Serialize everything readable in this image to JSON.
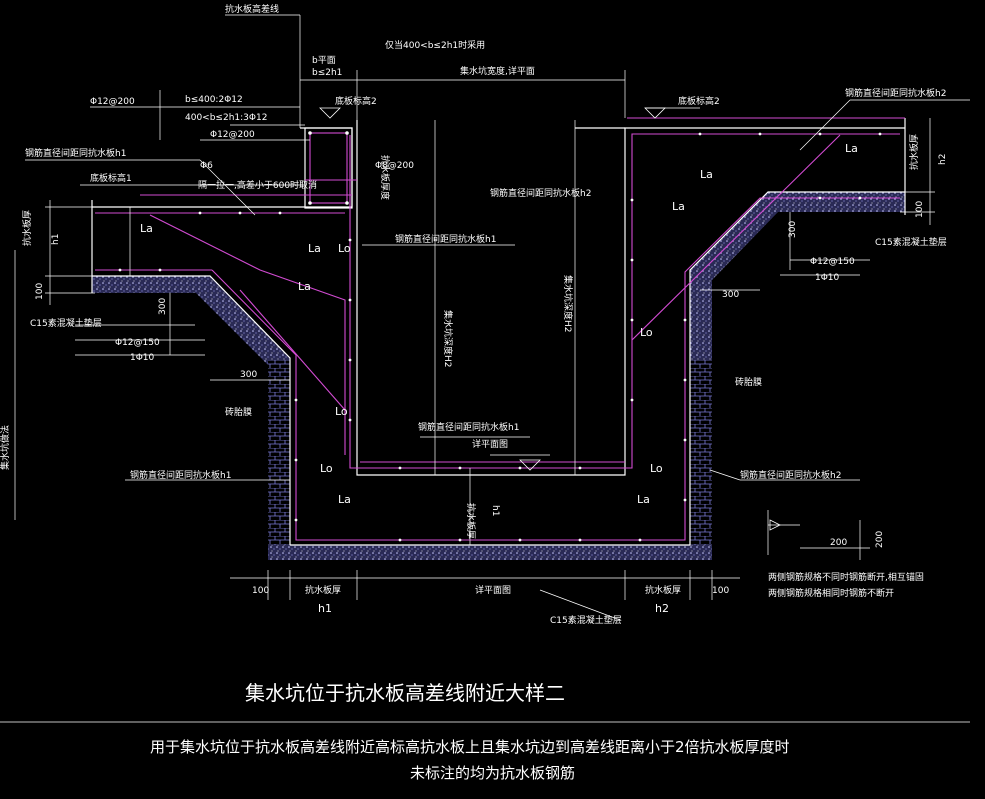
{
  "labels": {
    "top_step_line": "抗水板高差线",
    "b_flat": "b平面",
    "b_le_2h1": "b≤2h1",
    "only_when": "仅当400<b≤2h1时采用",
    "pit_width": "集水坑宽度,详平面",
    "phi12_200_a": "Φ12@200",
    "b_le_400": "b≤400:2Φ12",
    "b_mid": "400<b≤2h1:3Φ12",
    "phi12_200_b": "Φ12@200",
    "bottom_elev2_mid": "底板标高2",
    "bottom_elev2_right": "底板标高2",
    "rebar_h1_left": "钢筋直径间距同抗水板h1",
    "rebar_h2_right": "钢筋直径间距同抗水板h2",
    "phi6": "Φ6",
    "tie_note": "隔一拉一,高差小于600时取消",
    "bottom_elev1": "底板标高1",
    "wall_thk_v": "抗水板厚度",
    "phi8_200": "Φ8@200",
    "rebar_h2_mid": "钢筋直径间距同抗水板h2",
    "rebar_h1_mid": "钢筋直径间距同抗水板h1",
    "h1_left": "h1",
    "thk_left": "抗水板厚",
    "c15_left": "C15素混凝土垫层",
    "dim100_left": "100",
    "dim300_left": "300",
    "phi12_150_left": "Φ12@150",
    "one_phi10_left": "1Φ10",
    "dim300_bottom_left": "300",
    "brick_left": "砖胎膜",
    "rebar_h1_bottom": "钢筋直径间距同抗水板h1",
    "pit_depth_h2": "集水坑深度H2",
    "pit_depth_h2b": "集水坑深度H2",
    "rebar_h1_floor": "钢筋直径间距同抗水板h1",
    "see_plan": "详平面图",
    "h1_floor": "h1",
    "thk_floor": "抗水板厚",
    "la": "La",
    "lo": "Lo",
    "h2_right": "h2",
    "thk_right": "抗水板厚",
    "dim100_right": "100",
    "dim300_right": "300",
    "c15_right": "C15素混凝土垫层",
    "phi12_150_right": "Φ12@150",
    "one_phi10_right": "1Φ10",
    "dim300_right2": "300",
    "brick_right": "砖胎膜",
    "rebar_h2_side": "钢筋直径间距同抗水板h2",
    "dim200": "200",
    "dim200v": "200",
    "note1": "两侧钢筋规格不同时钢筋断开,相互锚固",
    "note2": "两侧钢筋规格相同时钢筋不断开",
    "bd100_left": "100",
    "bd_thk_left": "抗水板厚",
    "bd_plan": "详平面图",
    "bd_thk_right": "抗水板厚",
    "bd100_right": "100",
    "bd_h1": "h1",
    "bd_h2": "h2",
    "c15_bottom": "C15素混凝土垫层",
    "left_margin_note": "集水坑做法",
    "main_title": "集水坑位于抗水板高差线附近大样二",
    "subtitle1": "用于集水坑位于抗水板高差线附近高标高抗水板上且集水坑边到高差线距离小于2倍抗水板厚度时",
    "subtitle2": "未标注的均为抗水板钢筋"
  },
  "colors": {
    "background": "#000000",
    "outline": "#ffffff",
    "rebar": "#d24bd2",
    "concrete": "#8a8ac8",
    "dim": "#ffffff"
  }
}
